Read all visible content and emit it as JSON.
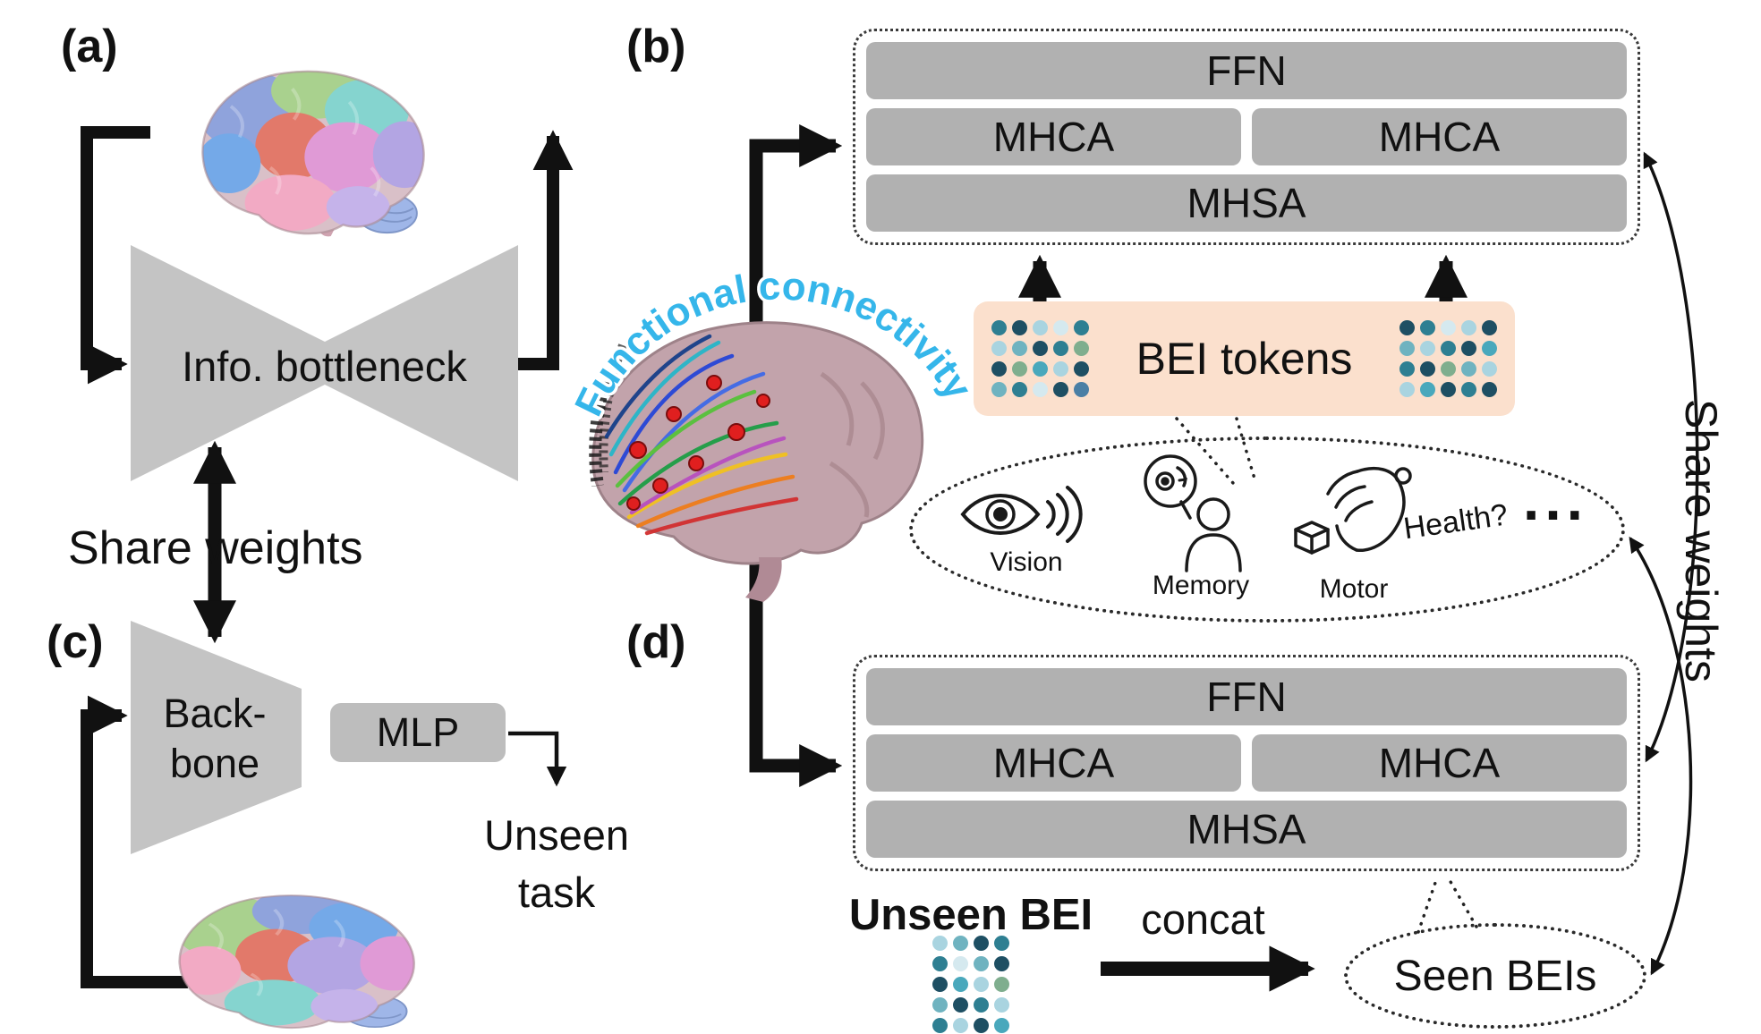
{
  "panels": {
    "a": {
      "label": "(a)",
      "bottleneck": "Info. bottleneck"
    },
    "b": {
      "label": "(b)",
      "ffn": "FFN",
      "mhca_left": "MHCA",
      "mhca_right": "MHCA",
      "mhsa": "MHSA",
      "bei_tokens": "BEI tokens",
      "functional_connectivity": "Functional connectivity",
      "tasks": {
        "vision": "Vision",
        "memory": "Memory",
        "motor": "Motor",
        "health": "Health?",
        "more": "..."
      }
    },
    "c": {
      "label": "(c)",
      "backbone_line1": "Back-",
      "backbone_line2": "bone",
      "mlp": "MLP",
      "unseen_line1": "Unseen",
      "unseen_line2": "task"
    },
    "d": {
      "label": "(d)",
      "ffn": "FFN",
      "mhca_left": "MHCA",
      "mhca_right": "MHCA",
      "mhsa": "MHSA",
      "unseen_bei": "Unseen BEI",
      "concat": "concat",
      "seen_beis": "Seen BEIs"
    }
  },
  "share_weights_left": "Share weights",
  "share_weights_right": "Share weights",
  "colors": {
    "bar_gray": "#b1b1b1",
    "shape_gray": "#c4c4c4",
    "bei_box_peach": "#fbe0cd",
    "connectivity_cyan": "#35b6ea",
    "arrow_black": "#111111",
    "node_red": "#e01f1f"
  },
  "grids": {
    "bei_left": [
      [
        "#2e7f92",
        "#1e4f63",
        "#a9d4e0",
        "#d5e9ef",
        "#2e7f92"
      ],
      [
        "#a9d4e0",
        "#6fb3c0",
        "#1e4f63",
        "#2e7f92",
        "#7fae8e"
      ],
      [
        "#1e4f63",
        "#7fae8e",
        "#49a8bc",
        "#a9d4e0",
        "#1e4f63"
      ],
      [
        "#6fb3c0",
        "#2e7f92",
        "#d5e9ef",
        "#1e4f63",
        "#4a7fa5"
      ]
    ],
    "bei_right": [
      [
        "#1e4f63",
        "#2e7f92",
        "#d5e9ef",
        "#a9d4e0",
        "#1e4f63"
      ],
      [
        "#6fb3c0",
        "#a9d4e0",
        "#2e7f92",
        "#1e4f63",
        "#49a8bc"
      ],
      [
        "#2e7f92",
        "#1e4f63",
        "#7fae8e",
        "#6fb3c0",
        "#a9d4e0"
      ],
      [
        "#a9d4e0",
        "#49a8bc",
        "#1e4f63",
        "#2e7f92",
        "#1e4f63"
      ]
    ],
    "unseen_bei": [
      [
        "#a9d4e0",
        "#6fb3c0",
        "#1e4f63",
        "#2e7f92"
      ],
      [
        "#2e7f92",
        "#d5e9ef",
        "#6fb3c0",
        "#1e4f63"
      ],
      [
        "#1e4f63",
        "#49a8bc",
        "#a9d4e0",
        "#7fae8e"
      ],
      [
        "#6fb3c0",
        "#1e4f63",
        "#2e7f92",
        "#a9d4e0"
      ],
      [
        "#2e7f92",
        "#a9d4e0",
        "#1e4f63",
        "#49a8bc"
      ]
    ]
  }
}
